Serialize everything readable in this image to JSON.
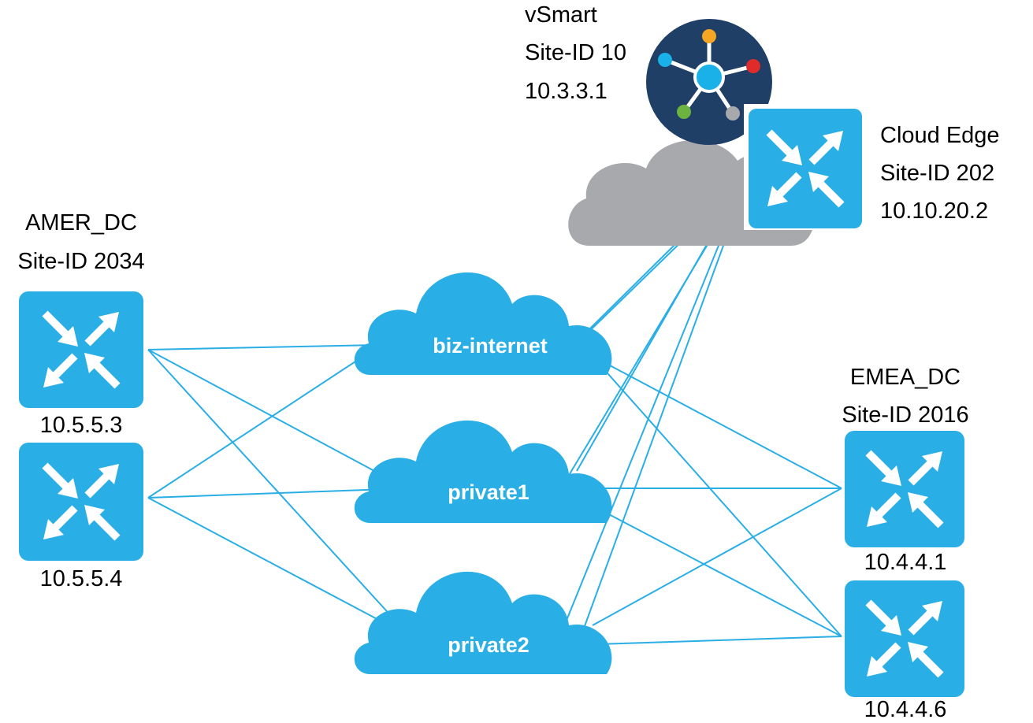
{
  "colors": {
    "link": "#29aee6",
    "router": "#29aee6",
    "transport_cloud": "#29aee6",
    "internet_cloud": "#a7a9ac",
    "vsmart_circle": "#1f3f66",
    "vsmart_hub": "#1ab0e8",
    "vsmart_node_orange": "#f5a623",
    "vsmart_node_red": "#e02b2b",
    "vsmart_node_green": "#6cb33f",
    "vsmart_node_gray": "#a7a9ac",
    "vsmart_node_blue": "#1ab0e8"
  },
  "vsmart": {
    "name": "vSmart",
    "site": "Site-ID 10",
    "ip": "10.3.3.1",
    "icon": "vsmart-controller-icon"
  },
  "cloud_edge": {
    "name": "Cloud Edge",
    "site": "Site-ID 202",
    "ip": "10.10.20.2",
    "icon": "router-icon"
  },
  "amer_dc": {
    "name": "AMER_DC",
    "site": "Site-ID 2034",
    "routers": [
      {
        "ip": "10.5.5.3",
        "icon": "router-icon"
      },
      {
        "ip": "10.5.5.4",
        "icon": "router-icon"
      }
    ]
  },
  "emea_dc": {
    "name": "EMEA_DC",
    "site": "Site-ID 2016",
    "routers": [
      {
        "ip": "10.4.4.1",
        "icon": "router-icon"
      },
      {
        "ip": "10.4.4.6",
        "icon": "router-icon"
      }
    ]
  },
  "transports": [
    {
      "label": "biz-internet",
      "icon": "cloud-icon"
    },
    {
      "label": "private1",
      "icon": "cloud-icon"
    },
    {
      "label": "private2",
      "icon": "cloud-icon"
    }
  ]
}
